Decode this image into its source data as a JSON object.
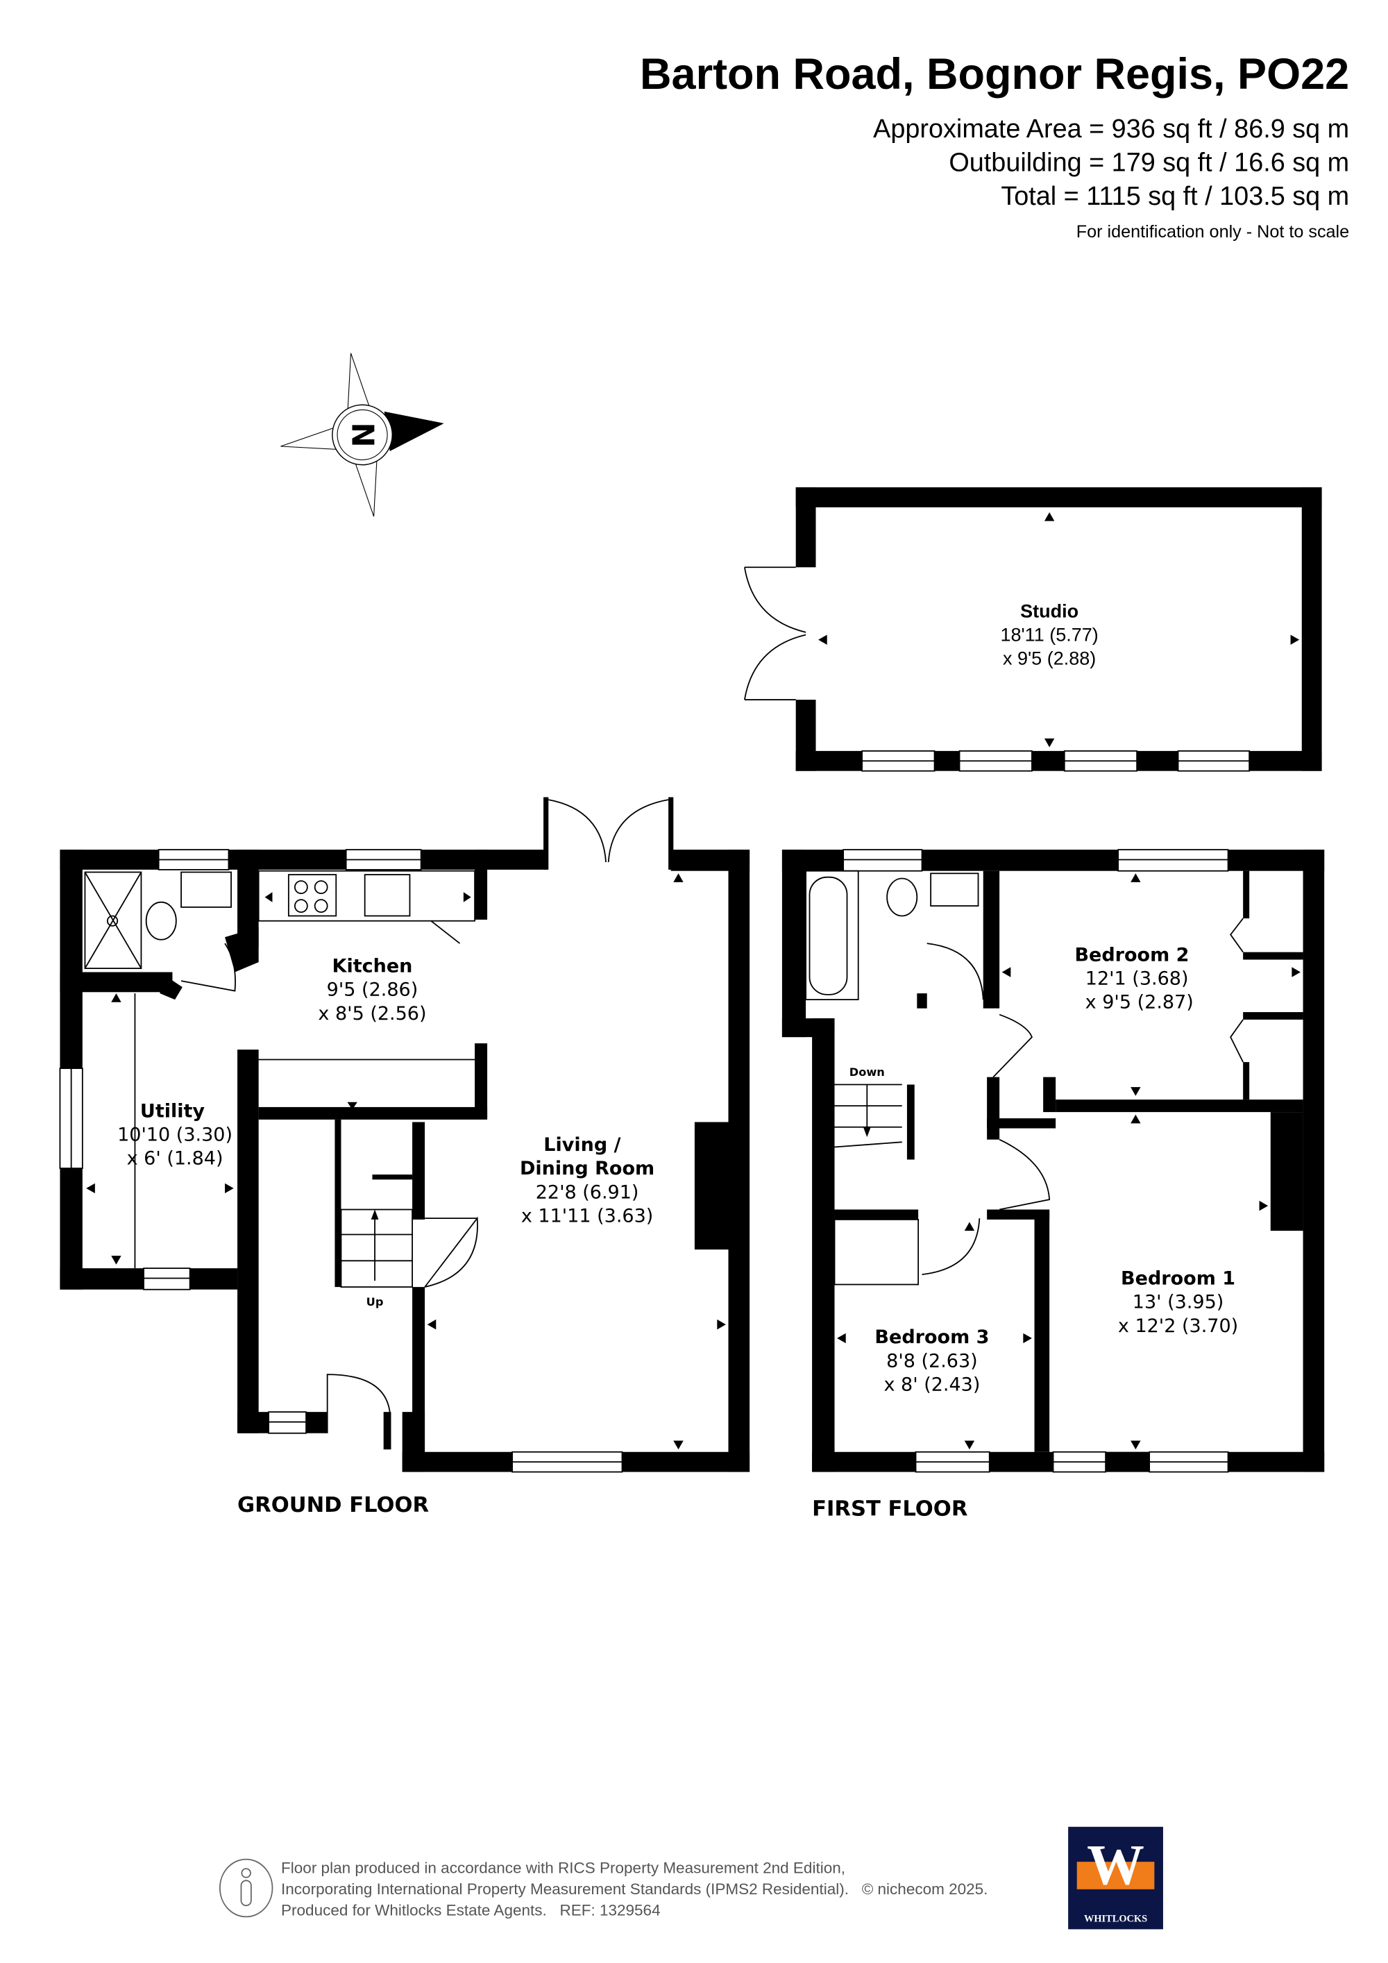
{
  "header": {
    "title": "Barton Road, Bognor Regis, PO22",
    "areas": [
      "Approximate Area = 936 sq ft / 86.9 sq m",
      "Outbuilding = 179 sq ft / 16.6 sq m",
      "Total = 1115 sq ft / 103.5 sq m"
    ],
    "note": "For identification only - Not to scale"
  },
  "compass": {
    "label": "N",
    "icon": "compass-rose-icon"
  },
  "outbuilding": {
    "rooms": [
      {
        "name": "Studio",
        "dim1": "18'11 (5.77)",
        "dim2": "x 9'5 (2.88)"
      }
    ]
  },
  "ground_floor": {
    "label": "GROUND FLOOR",
    "stairs_label": "Up",
    "rooms": [
      {
        "name": "Kitchen",
        "dim1": "9'5 (2.86)",
        "dim2": "x 8'5 (2.56)"
      },
      {
        "name": "Utility",
        "dim1": "10'10 (3.30)",
        "dim2": "x 6' (1.84)"
      },
      {
        "name": "Living /",
        "name2": "Dining Room",
        "dim1": "22'8 (6.91)",
        "dim2": "x 11'11 (3.63)"
      }
    ]
  },
  "first_floor": {
    "label": "FIRST FLOOR",
    "stairs_label": "Down",
    "rooms": [
      {
        "name": "Bedroom 2",
        "dim1": "12'1 (3.68)",
        "dim2": "x 9'5 (2.87)"
      },
      {
        "name": "Bedroom 1",
        "dim1": "13' (3.95)",
        "dim2": "x 12'2 (3.70)"
      },
      {
        "name": "Bedroom 3",
        "dim1": "8'8 (2.63)",
        "dim2": "x 8' (2.43)"
      }
    ]
  },
  "footer": {
    "lines": [
      "Floor plan produced in accordance with RICS Property Measurement 2nd Edition,",
      "Incorporating International Property Measurement Standards (IPMS2 Residential).   © nichecom 2025.",
      "Produced for Whitlocks Estate Agents.   REF: 1329564"
    ],
    "logo": {
      "letter": "W",
      "name": "WHITLOCKS",
      "bg": "#0c1646",
      "accent": "#f07d1a"
    }
  }
}
